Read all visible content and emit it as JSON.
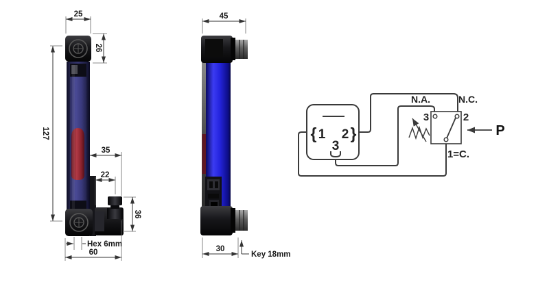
{
  "drawing": {
    "front_view": {
      "dim_top_width": "25",
      "dim_cap_height": "26",
      "dim_tube_length": "127",
      "dim_elbow_offset": "35",
      "dim_fitting_width": "22",
      "dim_fitting_height": "36",
      "hex_label": "Hex 6mm",
      "dim_total_width": "60"
    },
    "side_view": {
      "dim_top_width": "45",
      "dim_bottom_width": "30",
      "key_label": "Key 18mm"
    },
    "schematic": {
      "connector": {
        "clip_left": "{",
        "terminal_1": "1",
        "terminal_2": "2",
        "clip_right": "}",
        "terminal_3": "3"
      },
      "switch": {
        "normally_open_label": "N.A.",
        "normally_closed_label": "N.C.",
        "terminal_3": "3",
        "terminal_2": "2",
        "pressure_label": "P",
        "common_label": "1=C."
      }
    },
    "colors": {
      "tube_front_navy": "#2c2c66",
      "tube_side_blue": "#2525e8",
      "float_red": "#a53340",
      "fitting_black": "#141414",
      "line_gray": "#3a3a3a"
    }
  }
}
